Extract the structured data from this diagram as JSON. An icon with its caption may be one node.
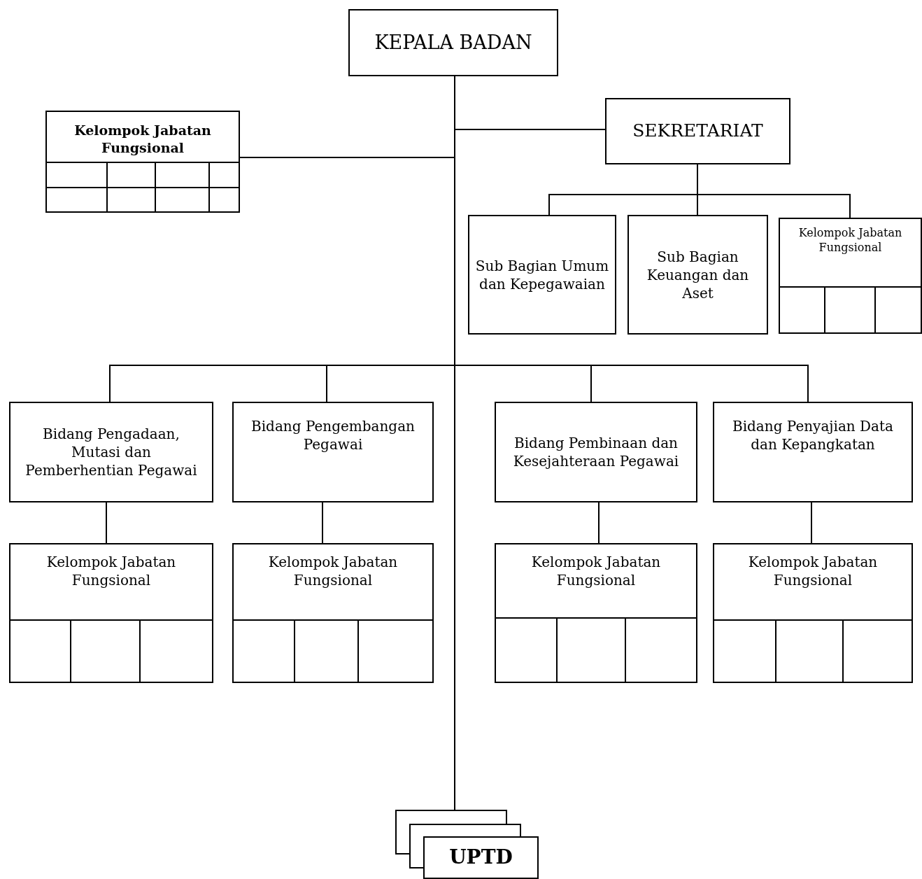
{
  "diagram": {
    "nodes": [
      {
        "text": [
          "KEPALA BADAN"
        ]
      },
      {
        "text": [
          "Kelompok Jabatan Fungsional"
        ]
      },
      {
        "text": [
          "SEKRETARIAT"
        ]
      },
      {
        "text": [
          "Sub Bagian Umum dan Kepegawaian"
        ]
      },
      {
        "text": [
          "Sub Bagian Keuangan dan Aset"
        ]
      },
      {
        "text": [
          "Kelompok Jabatan Fungsional"
        ]
      },
      {
        "text": [
          "Bidang Pengadaan, Mutasi dan Pemberhentian Pegawai"
        ]
      },
      {
        "text": [
          "Bidang Pengembangan Pegawai"
        ]
      },
      {
        "text": [
          "Bidang Pembinaan dan Kesejahteraan Pegawai"
        ]
      },
      {
        "text": [
          "Bidang Penyajian Data dan Kepangkatan"
        ]
      },
      {
        "text": [
          "Kelompok Jabatan Fungsional"
        ]
      },
      {
        "text": [
          "Kelompok Jabatan Fungsional"
        ]
      },
      {
        "text": [
          "Kelompok Jabatan Fungsional"
        ]
      },
      {
        "text": [
          "Kelompok Jabatan Fungsional"
        ]
      },
      {
        "text": [
          "UPTD"
        ]
      }
    ],
    "edges": [
      {
        "from": 0,
        "to": 1,
        "arrow": "none"
      },
      {
        "from": 0,
        "to": 2,
        "arrow": "none"
      },
      {
        "from": 2,
        "to": 3,
        "arrow": "none"
      },
      {
        "from": 2,
        "to": 4,
        "arrow": "none"
      },
      {
        "from": 2,
        "to": 5,
        "arrow": "none"
      },
      {
        "from": 0,
        "to": 6,
        "arrow": "none"
      },
      {
        "from": 0,
        "to": 7,
        "arrow": "none"
      },
      {
        "from": 0,
        "to": 8,
        "arrow": "none"
      },
      {
        "from": 0,
        "to": 9,
        "arrow": "none"
      },
      {
        "from": 6,
        "to": 10,
        "arrow": "none"
      },
      {
        "from": 7,
        "to": 11,
        "arrow": "none"
      },
      {
        "from": 8,
        "to": 12,
        "arrow": "none"
      },
      {
        "from": 9,
        "to": 13,
        "arrow": "none"
      },
      {
        "from": 0,
        "to": 14,
        "arrow": "none"
      }
    ]
  }
}
